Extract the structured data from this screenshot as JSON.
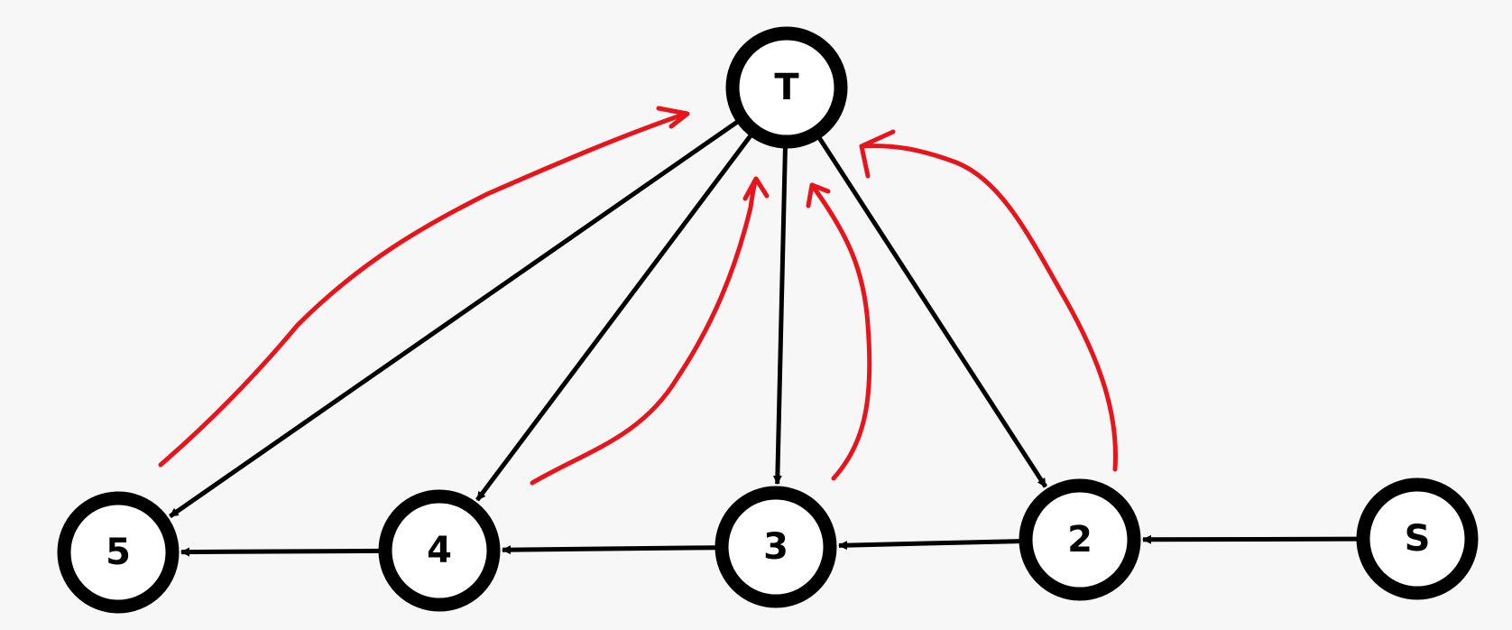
{
  "diagram": {
    "nodes": [
      {
        "id": "T",
        "label": "T"
      },
      {
        "id": "5",
        "label": "5"
      },
      {
        "id": "4",
        "label": "4"
      },
      {
        "id": "3",
        "label": "3"
      },
      {
        "id": "2",
        "label": "2"
      },
      {
        "id": "S",
        "label": "S"
      }
    ],
    "edges": [
      {
        "from": "T",
        "to": "5"
      },
      {
        "from": "T",
        "to": "4"
      },
      {
        "from": "T",
        "to": "3"
      },
      {
        "from": "T",
        "to": "2"
      },
      {
        "from": "S",
        "to": "2"
      },
      {
        "from": "2",
        "to": "3"
      },
      {
        "from": "3",
        "to": "4"
      },
      {
        "from": "4",
        "to": "5"
      }
    ],
    "highlighted_arrows": [
      {
        "from": "5",
        "to": "T"
      },
      {
        "from": "4",
        "to": "T"
      },
      {
        "from": "3",
        "to": "T"
      },
      {
        "from": "2",
        "to": "T"
      }
    ],
    "colors": {
      "background": "#f7f7f7",
      "node_fill": "#ffffff",
      "node_stroke": "#000000",
      "edge": "#000000",
      "highlight": "#e8141c"
    }
  }
}
